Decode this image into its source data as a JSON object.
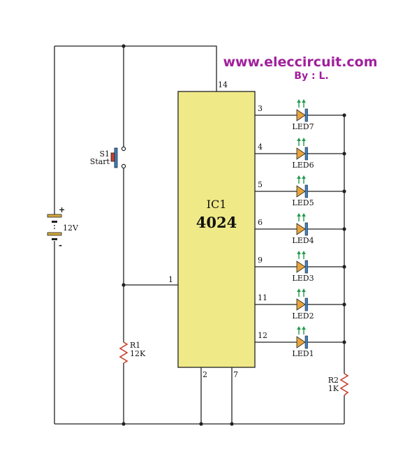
{
  "watermark": {
    "site": "www.eleccircuit.com",
    "author": "By : L.",
    "site_color": "#a0209c",
    "author_color": "#a0209c"
  },
  "ic": {
    "name": "IC1",
    "part": "4024",
    "fill_color": "#efe987",
    "pins": {
      "vdd": "14",
      "clock": "1",
      "reset": "2",
      "gnd": "7"
    },
    "outputs": [
      {
        "pin": "3",
        "led": "LED7"
      },
      {
        "pin": "4",
        "led": "LED6"
      },
      {
        "pin": "5",
        "led": "LED5"
      },
      {
        "pin": "6",
        "led": "LED4"
      },
      {
        "pin": "9",
        "led": "LED3"
      },
      {
        "pin": "11",
        "led": "LED2"
      },
      {
        "pin": "12",
        "led": "LED1"
      }
    ]
  },
  "switch": {
    "ref": "S1",
    "name": "Start"
  },
  "battery": {
    "voltage": "12V",
    "plus": "+",
    "minus": "-"
  },
  "r1": {
    "ref": "R1",
    "value": "12K"
  },
  "r2": {
    "ref": "R2",
    "value": "1K"
  },
  "colors": {
    "led_body": "#e8a33a",
    "led_bar": "#3b7fc4",
    "led_arrow": "#1f9a4a",
    "resistor": "#c8402a",
    "battery_plate": "#d4a93a",
    "switch_blue": "#3b7fc4",
    "switch_red": "#c8402a"
  }
}
